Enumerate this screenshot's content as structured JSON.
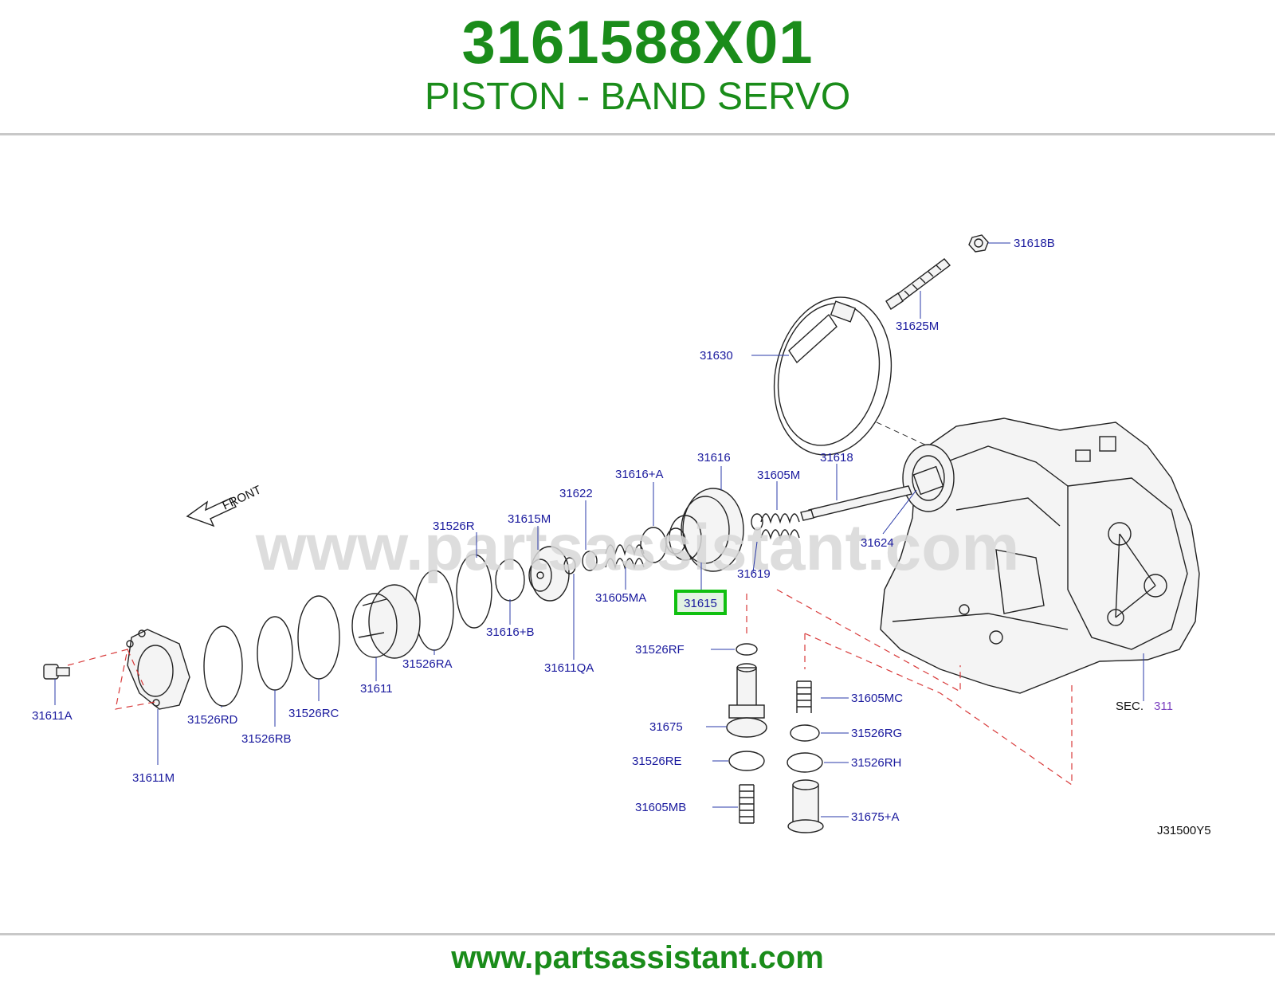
{
  "header": {
    "part_number": "3161588X01",
    "part_name": "PISTON - BAND SERVO"
  },
  "footer": {
    "url": "www.partsassistant.com"
  },
  "diagram": {
    "watermark": "www.partsassistant.com",
    "front_label": "FRONT",
    "section_label": "SEC.",
    "section_number": "311",
    "drawing_code": "J31500Y5",
    "highlighted_part": "31615",
    "callouts": {
      "c31618B": "31618B",
      "c31625M": "31625M",
      "c31630": "31630",
      "c31616": "31616",
      "c31616A": "31616+A",
      "c31605M": "31605M",
      "c31618": "31618",
      "c31622": "31622",
      "c31615M": "31615M",
      "c31526R": "31526R",
      "c31624": "31624",
      "c31619": "31619",
      "c31605MA": "31605MA",
      "c31615": "31615",
      "c31616B": "31616+B",
      "c31526RA": "31526RA",
      "c31611QA": "31611QA",
      "c31611": "31611",
      "c31526RF": "31526RF",
      "c31605MC": "31605MC",
      "c31611A": "31611A",
      "c31526RD": "31526RD",
      "c31526RC": "31526RC",
      "c31526RB": "31526RB",
      "c31675": "31675",
      "c31526RG": "31526RG",
      "c31526RE": "31526RE",
      "c31526RH": "31526RH",
      "c31611M": "31611M",
      "c31605MB": "31605MB",
      "c31675A": "31675+A"
    }
  }
}
